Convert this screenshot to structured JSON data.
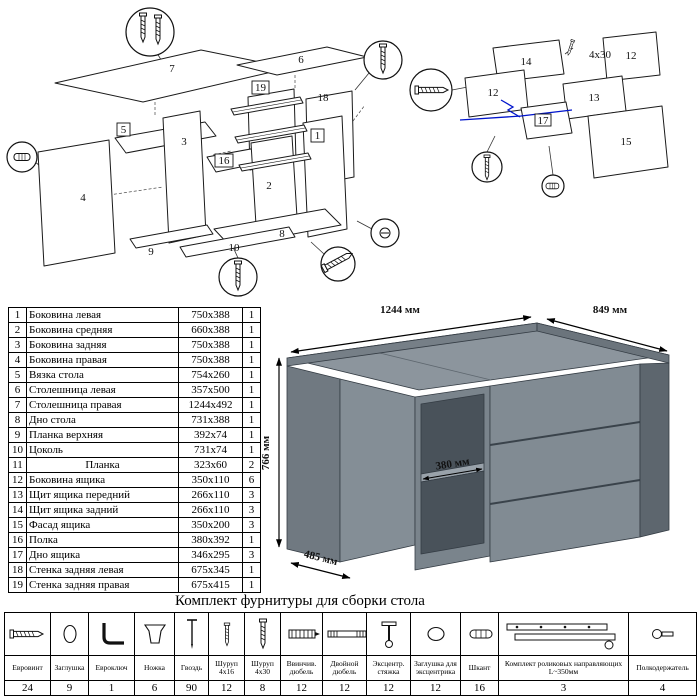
{
  "sheet": {
    "hardware_title": "Комплект фурнитуры для сборки стола"
  },
  "parts_table": {
    "rows": [
      {
        "n": "1",
        "name": "Боковина левая",
        "size": "750x388",
        "qty": "1"
      },
      {
        "n": "2",
        "name": "Боковина средняя",
        "size": "660x388",
        "qty": "1"
      },
      {
        "n": "3",
        "name": "Боковина задняя",
        "size": "750x388",
        "qty": "1"
      },
      {
        "n": "4",
        "name": "Боковина правая",
        "size": "750x388",
        "qty": "1"
      },
      {
        "n": "5",
        "name": "Вязка стола",
        "size": "754x260",
        "qty": "1"
      },
      {
        "n": "6",
        "name": "Столешница левая",
        "size": "357x500",
        "qty": "1"
      },
      {
        "n": "7",
        "name": "Столешница правая",
        "size": "1244x492",
        "qty": "1"
      },
      {
        "n": "8",
        "name": "Дно стола",
        "size": "731x388",
        "qty": "1"
      },
      {
        "n": "9",
        "name": "Планка верхняя",
        "size": "392x74",
        "qty": "1"
      },
      {
        "n": "10",
        "name": "Цоколь",
        "size": "731x74",
        "qty": "1"
      },
      {
        "n": "11",
        "name": "Планка",
        "size": "323x60",
        "qty": "2"
      },
      {
        "n": "12",
        "name": "Боковина ящика",
        "size": "350x110",
        "qty": "6"
      },
      {
        "n": "13",
        "name": "Щит ящика передний",
        "size": "266x110",
        "qty": "3"
      },
      {
        "n": "14",
        "name": "Щит ящика задний",
        "size": "266x110",
        "qty": "3"
      },
      {
        "n": "15",
        "name": "Фасад ящика",
        "size": "350x200",
        "qty": "3"
      },
      {
        "n": "16",
        "name": "Полка",
        "size": "380x392",
        "qty": "1"
      },
      {
        "n": "17",
        "name": "Дно ящика",
        "size": "346x295",
        "qty": "3"
      },
      {
        "n": "18",
        "name": "Стенка задняя левая",
        "size": "675x345",
        "qty": "1"
      },
      {
        "n": "19",
        "name": "Стенка задняя правая",
        "size": "675x415",
        "qty": "1"
      }
    ]
  },
  "desk_dimensions": {
    "width": "1244 мм",
    "depth": "849 мм",
    "height": "766 мм",
    "shelf_depth": "380 мм",
    "left_depth": "485 мм"
  },
  "main_diagram": {
    "part_labels": {
      "p1": "1",
      "p2": "2",
      "p3": "3",
      "p4": "4",
      "p5": "5",
      "p6": "6",
      "p7": "7",
      "p8": "8",
      "p9": "9",
      "p10": "10",
      "p16": "16",
      "p18": "18",
      "p19": "19"
    }
  },
  "drawer_diagram": {
    "part_labels": {
      "p12a": "12",
      "p12b": "12",
      "p13": "13",
      "p14": "14",
      "p15": "15",
      "p17": "17"
    },
    "screw_note": "4x30"
  },
  "hardware": {
    "items": [
      {
        "label": "Евровинт",
        "qty": "24",
        "icon": "confirmat-screw-icon"
      },
      {
        "label": "Заглушка",
        "qty": "9",
        "icon": "cap-icon"
      },
      {
        "label": "Евроключ",
        "qty": "1",
        "icon": "hex-key-icon"
      },
      {
        "label": "Ножка",
        "qty": "6",
        "icon": "leg-icon"
      },
      {
        "label": "Гвоздь",
        "qty": "90",
        "icon": "nail-icon"
      },
      {
        "label": "Шуруп 4x16",
        "qty": "12",
        "icon": "screw-4x16-icon"
      },
      {
        "label": "Шуруп 4x30",
        "qty": "8",
        "icon": "screw-4x30-icon"
      },
      {
        "label": "Ввинчив. дюбель",
        "qty": "12",
        "icon": "screw-in-dowel-icon"
      },
      {
        "label": "Двойной дюбель",
        "qty": "12",
        "icon": "double-dowel-icon"
      },
      {
        "label": "Эксцентр. стяжка",
        "qty": "12",
        "icon": "cam-lock-icon"
      },
      {
        "label": "Заглушка для эксцентрика",
        "qty": "12",
        "icon": "cam-cap-icon"
      },
      {
        "label": "Шкант",
        "qty": "16",
        "icon": "wood-dowel-icon"
      },
      {
        "label": "Комплект роликовых направляющих L~350мм",
        "qty": "3",
        "icon": "roller-guides-icon"
      },
      {
        "label": "Полкодержатель",
        "qty": "4",
        "icon": "shelf-support-icon"
      }
    ]
  }
}
